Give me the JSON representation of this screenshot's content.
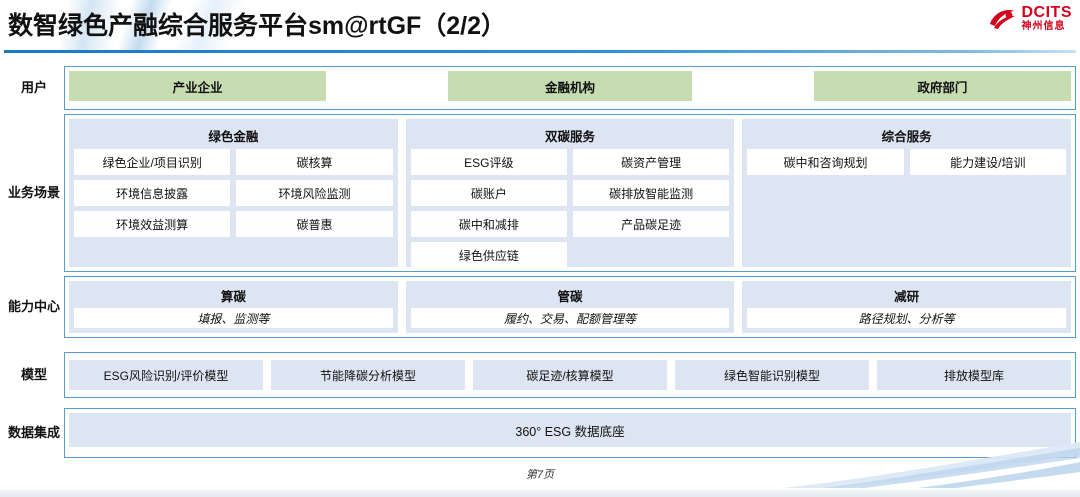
{
  "slide": {
    "title": "数智绿色产融综合服务平台sm@rtGF（2/2）",
    "footer": "第7页"
  },
  "logo": {
    "icon": "dcits-swoosh-icon",
    "en": "DCITS",
    "cn": "神州信息",
    "color": "#d4021d"
  },
  "colors": {
    "accent_blue": "#5b9bd5",
    "panel_blue": "#dde4f2",
    "user_green": "#c7dcb1",
    "rule_blue": "#1b7ac4"
  },
  "rows": {
    "user": {
      "label": "用户",
      "items": [
        "产业企业",
        "金融机构",
        "政府部门"
      ]
    },
    "scenario": {
      "label": "业务场景",
      "groups": [
        {
          "title": "绿色金融",
          "items": [
            "绿色企业/项目识别",
            "碳核算",
            "环境信息披露",
            "环境风险监测",
            "环境效益测算",
            "碳普惠"
          ]
        },
        {
          "title": "双碳服务",
          "items": [
            "ESG评级",
            "碳资产管理",
            "碳账户",
            "碳排放智能监测",
            "碳中和减排",
            "产品碳足迹",
            "绿色供应链"
          ]
        },
        {
          "title": "综合服务",
          "items": [
            "碳中和咨询规划",
            "能力建设/培训"
          ]
        }
      ]
    },
    "capability": {
      "label": "能力中心",
      "groups": [
        {
          "title": "算碳",
          "sub": "填报、监测等"
        },
        {
          "title": "管碳",
          "sub": "履约、交易、配额管理等"
        },
        {
          "title": "减研",
          "sub": "路径规划、分析等"
        }
      ]
    },
    "model": {
      "label": "模型",
      "items": [
        "ESG风险识别/评价模型",
        "节能降碳分析模型",
        "碳足迹/核算模型",
        "绿色智能识别模型",
        "排放模型库"
      ]
    },
    "data": {
      "label": "数据集成",
      "bar": "360° ESG 数据底座"
    }
  }
}
